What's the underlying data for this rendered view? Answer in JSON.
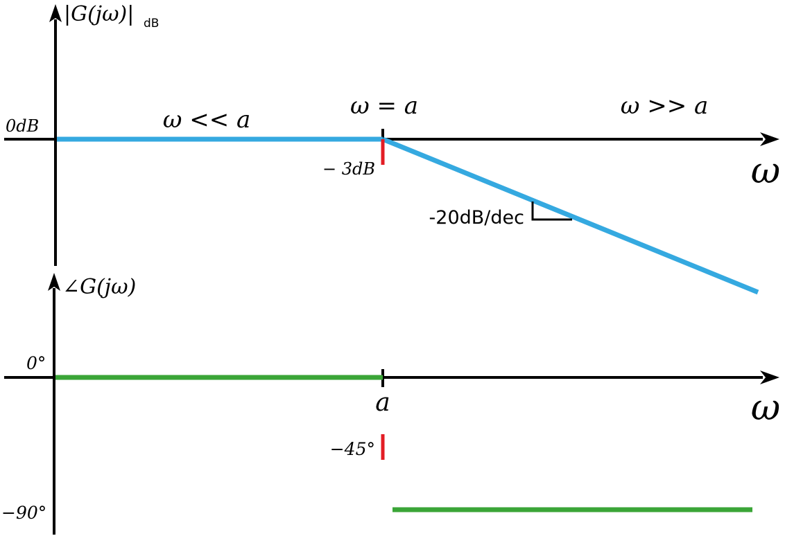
{
  "magnitude_plot": {
    "y_axis_label": "|G(jω)|",
    "y_axis_label_sub": "dB",
    "zero_level_label": "0dB",
    "region_low_label": "ω << a",
    "region_corner_label": "ω = a",
    "region_high_label": "ω >> a",
    "corner_drop_label": "− 3dB",
    "slope_label": "-20dB/dec",
    "x_axis_label": "ω"
  },
  "phase_plot": {
    "y_axis_label": "∠G(jω)",
    "zero_level_label": "0°",
    "corner_label": "a",
    "corner_phase_label": "−45°",
    "min_phase_label": "−90°",
    "x_axis_label": "ω"
  },
  "colors": {
    "magnitude_line": "#35a9e0",
    "phase_line": "#3aa537",
    "corner_marker": "#e31d24",
    "axis": "#000000"
  }
}
